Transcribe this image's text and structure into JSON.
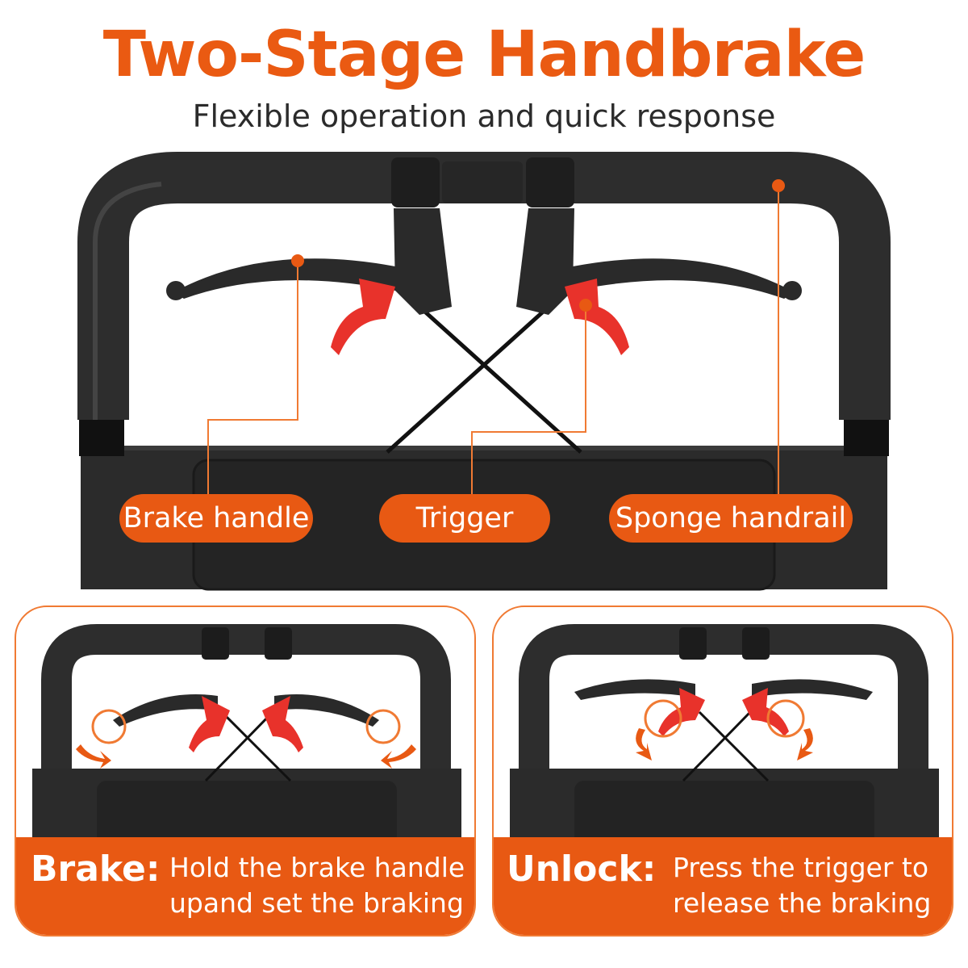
{
  "header": {
    "title": "Two-Stage Handbrake",
    "subtitle": "Flexible operation and quick response"
  },
  "callouts": [
    {
      "label": "Brake handle"
    },
    {
      "label": "Trigger"
    },
    {
      "label": "Sponge handrail"
    }
  ],
  "panels": [
    {
      "term": "Brake",
      "separator": ":",
      "description_lines": [
        "Hold the brake handle",
        "upand set the braking"
      ]
    },
    {
      "term": "Unlock",
      "separator": ":",
      "description_lines": [
        "Press the trigger to",
        "release the braking"
      ]
    }
  ],
  "colors": {
    "accent": "#e85913",
    "trigger_red": "#e8322b",
    "handle_black": "#2a2a2a"
  }
}
